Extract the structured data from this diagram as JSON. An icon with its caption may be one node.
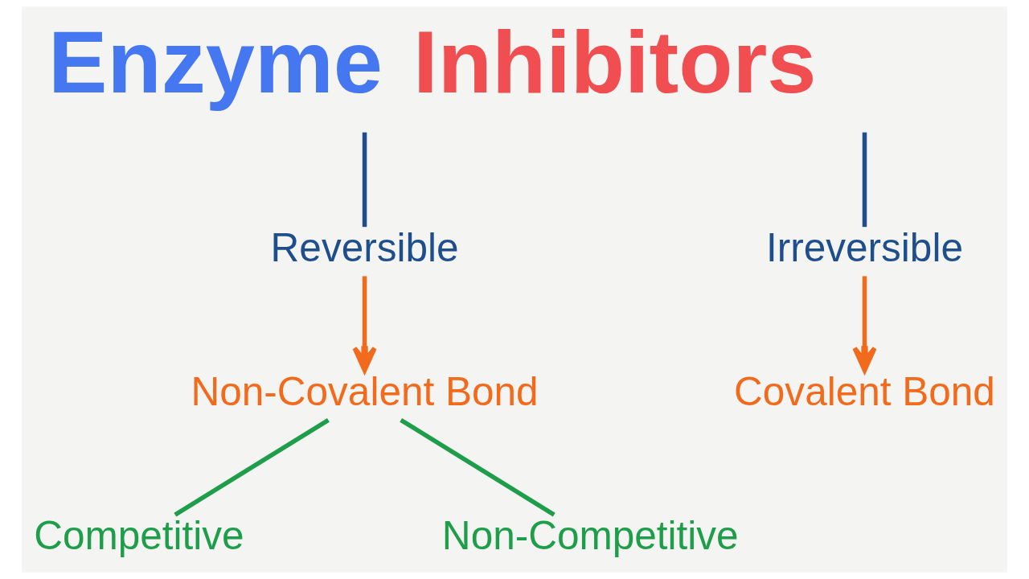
{
  "diagram": {
    "title": "Enzyme Inhibitors",
    "nodes": [
      {
        "text": [
          "Reversible"
        ]
      },
      {
        "text": [
          "Irreversible"
        ]
      },
      {
        "text": [
          "Non-Covalent Bond"
        ]
      },
      {
        "text": [
          "Covalent Bond"
        ]
      },
      {
        "text": [
          "Competitive"
        ]
      },
      {
        "text": [
          "Non-Competitive"
        ]
      }
    ],
    "edges": [
      {
        "from": null,
        "to": 0,
        "arrow": "none",
        "color": "#1f4e8c"
      },
      {
        "from": null,
        "to": 1,
        "arrow": "none",
        "color": "#1f4e8c"
      },
      {
        "from": 0,
        "to": 2,
        "arrow": "to",
        "color": "#f26b1d"
      },
      {
        "from": 1,
        "to": 3,
        "arrow": "to",
        "color": "#f26b1d"
      },
      {
        "from": 2,
        "to": 4,
        "arrow": "none",
        "color": "#1e9e4a"
      },
      {
        "from": 2,
        "to": 5,
        "arrow": "none",
        "color": "#1e9e4a"
      }
    ]
  }
}
